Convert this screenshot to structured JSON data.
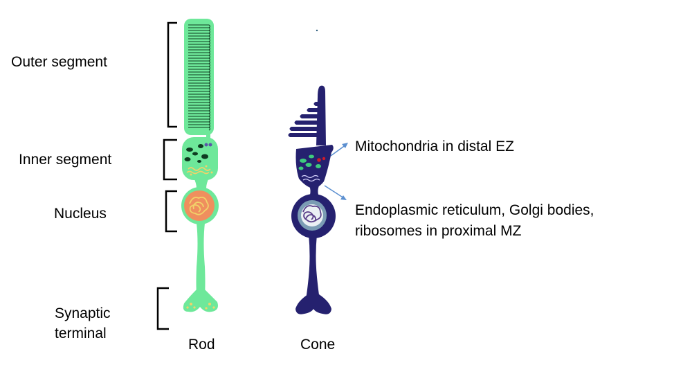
{
  "labels": {
    "outer_segment": "Outer segment",
    "inner_segment": "Inner segment",
    "nucleus": "Nucleus",
    "synaptic_line1": "Synaptic",
    "synaptic_line2": "terminal",
    "rod": "Rod",
    "cone": "Cone",
    "mitochondria": "Mitochondria in distal EZ",
    "er_line1": "Endoplasmic reticulum, Golgi bodies,",
    "er_line2": "ribosomes in proximal MZ"
  },
  "colors": {
    "rod_fill": "#6ee89a",
    "rod_dark": "#0e3b20",
    "rod_nucleus": "#ef8f5e",
    "yellow": "#f1d36a",
    "cone_fill": "#25216f",
    "cone_nucleus": "#7b9cb4",
    "arrow": "#5b8fd0",
    "bracket": "#000000",
    "red": "#d11a2a",
    "green_dot": "#3ecb7d"
  }
}
